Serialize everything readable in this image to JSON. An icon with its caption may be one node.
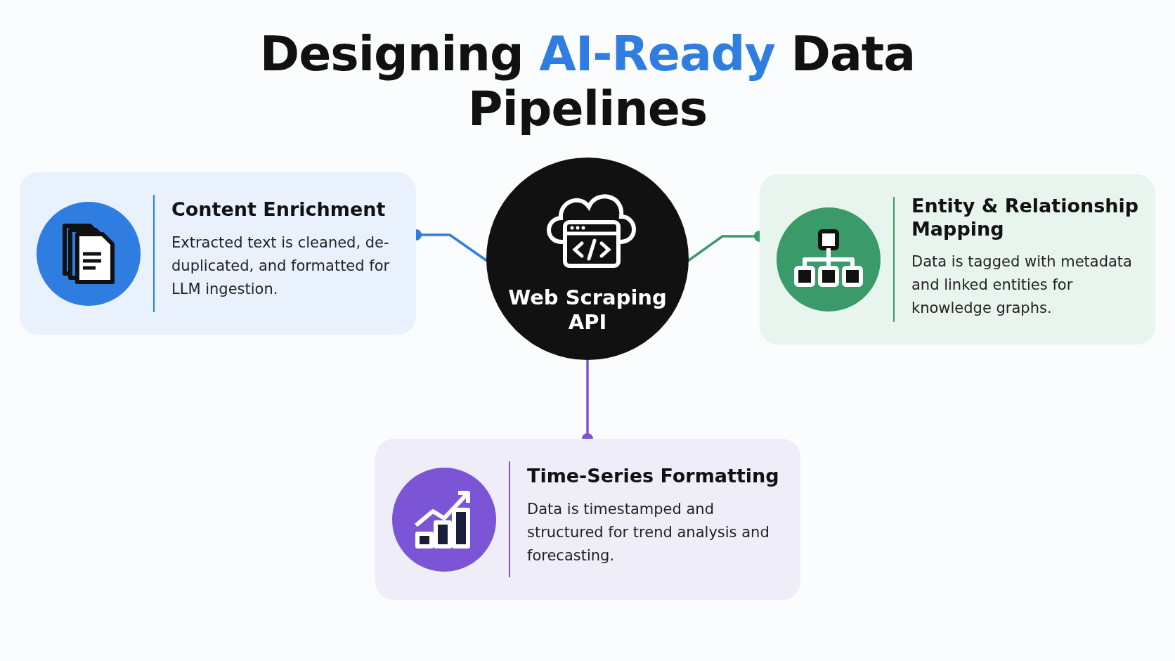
{
  "diagram": {
    "title": "Designing **AI-Ready** Data Pipelines",
    "nodes": [
      {
        "text": [
          "Web Scraping API"
        ]
      },
      {
        "text": [
          "Content Enrichment",
          "Extracted text is cleaned, de-duplicated, and formatted for LLM ingestion."
        ]
      },
      {
        "text": [
          "Entity & Relationship Mapping",
          "Data is tagged with metadata and linked entities for knowledge graphs."
        ]
      },
      {
        "text": [
          "Time-Series Formatting",
          "Data is timestamped and structured for trend analysis and forecasting."
        ]
      }
    ],
    "edges": [
      {
        "from": 0,
        "to": 1,
        "arrow": "other",
        "color": "#2f7de1"
      },
      {
        "from": 0,
        "to": 2,
        "arrow": "other",
        "color": "#3a9a6a"
      },
      {
        "from": 0,
        "to": 3,
        "arrow": "other",
        "color": "#7b55d6"
      }
    ]
  }
}
